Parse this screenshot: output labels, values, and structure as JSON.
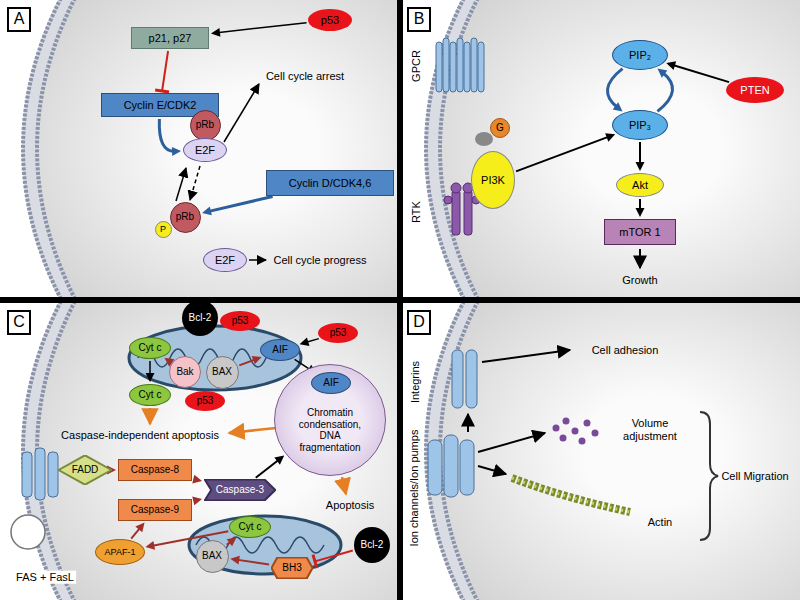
{
  "diagram": {
    "nodes": [
      {
        "text": [
          "A"
        ]
      },
      {
        "text": [
          "p21, p27"
        ]
      },
      {
        "text": [
          "p53"
        ]
      },
      {
        "text": [
          "Cyclin E/CDK2"
        ]
      },
      {
        "text": [
          "pRb"
        ]
      },
      {
        "text": [
          "E2F"
        ]
      },
      {
        "text": [
          "Cyclin D/CDK4,6"
        ]
      },
      {
        "text": [
          "P"
        ]
      },
      {
        "text": [
          "pRb"
        ]
      },
      {
        "text": [
          "E2F"
        ]
      },
      {
        "text": [
          "B"
        ]
      },
      {
        "text": [
          "G"
        ]
      },
      {
        "text": [
          "PI3K"
        ]
      },
      {
        "text": [
          "PIP₂"
        ]
      },
      {
        "text": [
          "PTEN"
        ]
      },
      {
        "text": [
          "PIP₃"
        ]
      },
      {
        "text": [
          "Akt"
        ]
      },
      {
        "text": [
          "mTOR 1"
        ]
      },
      {
        "text": [
          "C"
        ]
      },
      {
        "text": [
          "Bcl-2"
        ]
      },
      {
        "text": [
          "p53"
        ]
      },
      {
        "text": [
          "Cyt c"
        ]
      },
      {
        "text": [
          "AIF"
        ]
      },
      {
        "text": [
          "p53"
        ]
      },
      {
        "text": [
          "Bak"
        ]
      },
      {
        "text": [
          "BAX"
        ]
      },
      {
        "text": [
          "p53"
        ]
      },
      {
        "text": [
          "Cyt c"
        ]
      },
      {
        "text": [
          "Chromatin condensation, DNA fragmentation"
        ]
      },
      {
        "text": [
          "AIF"
        ],
        "in": 28
      },
      {
        "text": [
          "FADD"
        ]
      },
      {
        "text": [
          "Caspase-8"
        ]
      },
      {
        "text": [
          "Caspase-3"
        ]
      },
      {
        "text": [
          "Caspase-9"
        ]
      },
      {
        "text": [
          "APAF-1"
        ]
      },
      {
        "text": [
          "Cyt c"
        ]
      },
      {
        "text": [
          "BAX"
        ]
      },
      {
        "text": [
          "BH3"
        ]
      },
      {
        "text": [
          "Bcl-2"
        ]
      },
      {
        "text": [
          "D"
        ]
      }
    ],
    "edges": [
      {
        "from": 2,
        "to": 1,
        "arrow": "to"
      },
      {
        "from": 1,
        "to": 3,
        "arrow": "none"
      },
      {
        "from": 3,
        "to": 5,
        "arrow": "to"
      },
      {
        "from": 6,
        "to": 8,
        "arrow": "to"
      },
      {
        "from": 12,
        "to": 15,
        "arrow": "to"
      },
      {
        "from": 13,
        "to": 15,
        "arrow": "to"
      },
      {
        "from": 15,
        "to": 13,
        "arrow": "to"
      },
      {
        "from": 14,
        "to": 13,
        "arrow": "to"
      },
      {
        "from": 15,
        "to": 16,
        "arrow": "to"
      },
      {
        "from": 16,
        "to": 17,
        "arrow": "to"
      },
      {
        "from": 21,
        "to": 27,
        "arrow": "to"
      },
      {
        "from": 24,
        "to": 21,
        "arrow": "to"
      },
      {
        "from": 25,
        "to": 22,
        "arrow": "to"
      },
      {
        "from": 22,
        "to": 29,
        "arrow": "to"
      },
      {
        "from": 23,
        "to": 22,
        "arrow": "to"
      },
      {
        "from": 30,
        "to": 31,
        "arrow": "to"
      },
      {
        "from": 31,
        "to": 32,
        "arrow": "to"
      },
      {
        "from": 33,
        "to": 32,
        "arrow": "to"
      },
      {
        "from": 32,
        "to": 28,
        "arrow": "to"
      },
      {
        "from": 34,
        "to": 33,
        "arrow": "to"
      },
      {
        "from": 35,
        "to": 34,
        "arrow": "to"
      },
      {
        "from": 36,
        "to": 35,
        "arrow": "to"
      },
      {
        "from": 37,
        "to": 36,
        "arrow": "to"
      },
      {
        "from": 38,
        "to": 37,
        "arrow": "none"
      }
    ],
    "labels": [
      "Cell cycle arrest",
      "Cell cycle progress",
      "GPCR",
      "RTK",
      "Growth",
      "Caspase-independent apoptosis",
      "Apoptosis",
      "FAS + FasL",
      "Integrins",
      "Ion channels/Ion pumps",
      "Cell adhesion",
      "Volume adjustment",
      "Actin",
      "Cell Migration"
    ]
  }
}
